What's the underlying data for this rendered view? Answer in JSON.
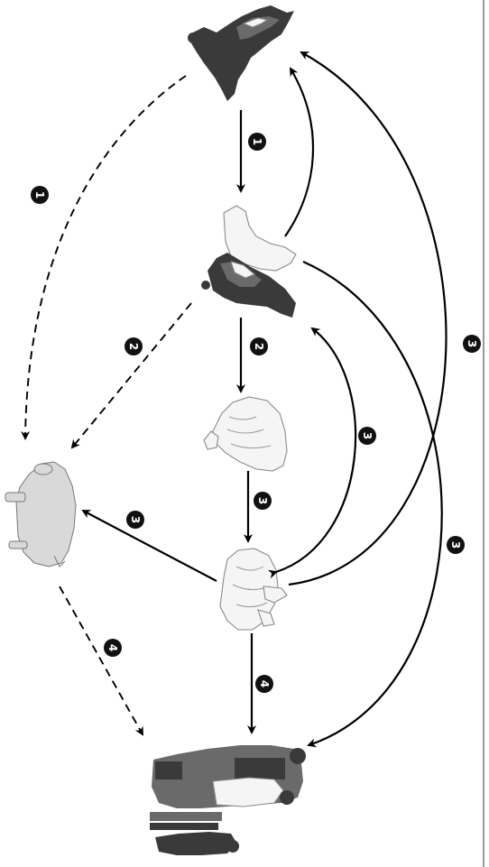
{
  "diagram": {
    "nodes": [
      {
        "id": "bird",
        "icon": "wild-bird-icon"
      },
      {
        "id": "goose",
        "icon": "domestic-goose-icon"
      },
      {
        "id": "hen",
        "icon": "hen-icon"
      },
      {
        "id": "chicken",
        "icon": "chicken-icon"
      },
      {
        "id": "pig",
        "icon": "pig-icon"
      },
      {
        "id": "humans",
        "icon": "people-group-icon"
      }
    ],
    "edges": [
      {
        "from": "bird",
        "to": "goose",
        "label": "1",
        "style": "solid"
      },
      {
        "from": "bird",
        "to": "pig",
        "label": "1",
        "style": "dashed"
      },
      {
        "from": "goose",
        "to": "hen",
        "label": "2",
        "style": "solid"
      },
      {
        "from": "goose",
        "to": "pig",
        "label": "2",
        "style": "dashed"
      },
      {
        "from": "goose",
        "to": "bird",
        "label": "",
        "style": "solid"
      },
      {
        "from": "hen",
        "to": "chicken",
        "label": "3",
        "style": "solid"
      },
      {
        "from": "chicken",
        "to": "goose",
        "label": "3",
        "style": "solid"
      },
      {
        "from": "chicken",
        "to": "bird",
        "label": "3",
        "style": "solid"
      },
      {
        "from": "goose",
        "to": "humans",
        "label": "3",
        "style": "solid"
      },
      {
        "from": "chicken",
        "to": "pig",
        "label": "3",
        "style": "solid"
      },
      {
        "from": "chicken",
        "to": "humans",
        "label": "4",
        "style": "solid"
      },
      {
        "from": "pig",
        "to": "humans",
        "label": "4",
        "style": "dashed"
      }
    ]
  },
  "labels": {
    "l1a": "1",
    "l1b": "1",
    "l2a": "2",
    "l2b": "2",
    "l3a": "3",
    "l3b": "3",
    "l3c": "3",
    "l3d": "3",
    "l3e": "3",
    "l4a": "4",
    "l4b": "4"
  }
}
